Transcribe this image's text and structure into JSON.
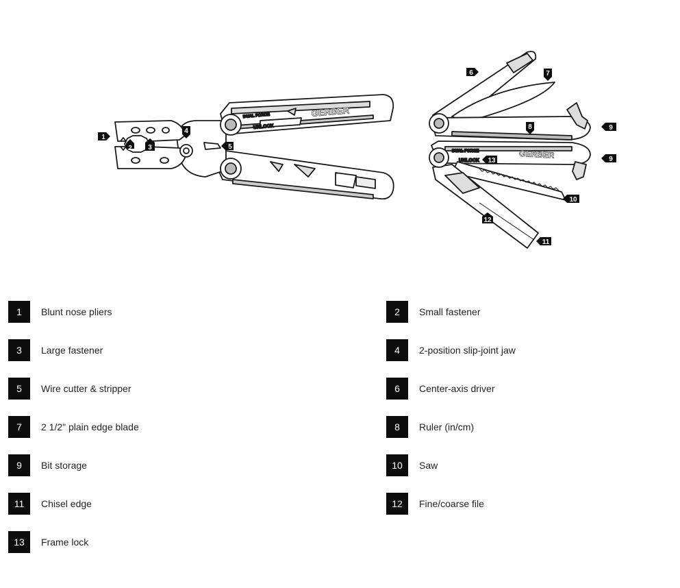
{
  "diagram": {
    "brand": "GERBER",
    "model": "DUAL FORCE",
    "unlock_label": "UNLOCK",
    "callouts": [
      "1",
      "2",
      "3",
      "4",
      "5",
      "6",
      "7",
      "8",
      "9",
      "9",
      "10",
      "11",
      "12",
      "13"
    ]
  },
  "legend": [
    {
      "num": "1",
      "label": "Blunt nose pliers"
    },
    {
      "num": "2",
      "label": "Small fastener"
    },
    {
      "num": "3",
      "label": "Large fastener"
    },
    {
      "num": "4",
      "label": "2-position slip-joint jaw"
    },
    {
      "num": "5",
      "label": "Wire cutter & stripper"
    },
    {
      "num": "6",
      "label": "Center-axis driver"
    },
    {
      "num": "7",
      "label": "2 1/2\" plain edge blade"
    },
    {
      "num": "8",
      "label": "Ruler (in/cm)"
    },
    {
      "num": "9",
      "label": "Bit storage"
    },
    {
      "num": "10",
      "label": "Saw"
    },
    {
      "num": "11",
      "label": "Chisel edge"
    },
    {
      "num": "12",
      "label": "Fine/coarse file"
    },
    {
      "num": "13",
      "label": "Frame lock"
    }
  ]
}
